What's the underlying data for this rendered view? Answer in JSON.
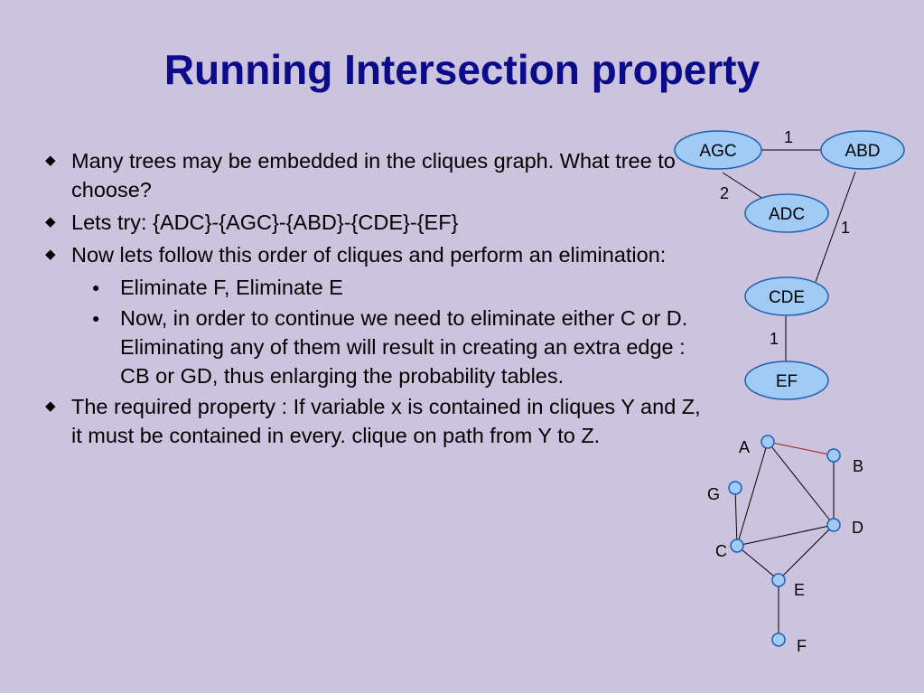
{
  "title": "Running Intersection property",
  "bullets": [
    {
      "text": "Many trees may be embedded in the cliques graph. What tree to choose?"
    },
    {
      "text": "Lets try: {ADC}-{AGC}-{ABD}-{CDE}-{EF}"
    },
    {
      "text": "Now lets follow this order of cliques and perform an elimination:"
    },
    {
      "text": "The required property : If variable x is contained in cliques Y and Z, it must  be contained in every. clique on path from Y to Z."
    }
  ],
  "sub_bullets": [
    {
      "text": "Eliminate F, Eliminate E"
    },
    {
      "text": "Now, in order to continue we need to eliminate either C or D. Eliminating any of them will result in creating an  extra edge : CB or GD, thus enlarging the probability tables."
    }
  ],
  "clique_tree": {
    "nodes": [
      "AGC",
      "ABD",
      "ADC",
      "CDE",
      "EF"
    ],
    "edge_weights": [
      "1",
      "2",
      "1",
      "1"
    ],
    "node_fill": "#9fcbf5",
    "node_stroke": "#2060b0"
  },
  "variable_graph": {
    "nodes": [
      "A",
      "B",
      "G",
      "D",
      "C",
      "E",
      "F"
    ],
    "highlight_edge_color": "#a01c1c"
  }
}
